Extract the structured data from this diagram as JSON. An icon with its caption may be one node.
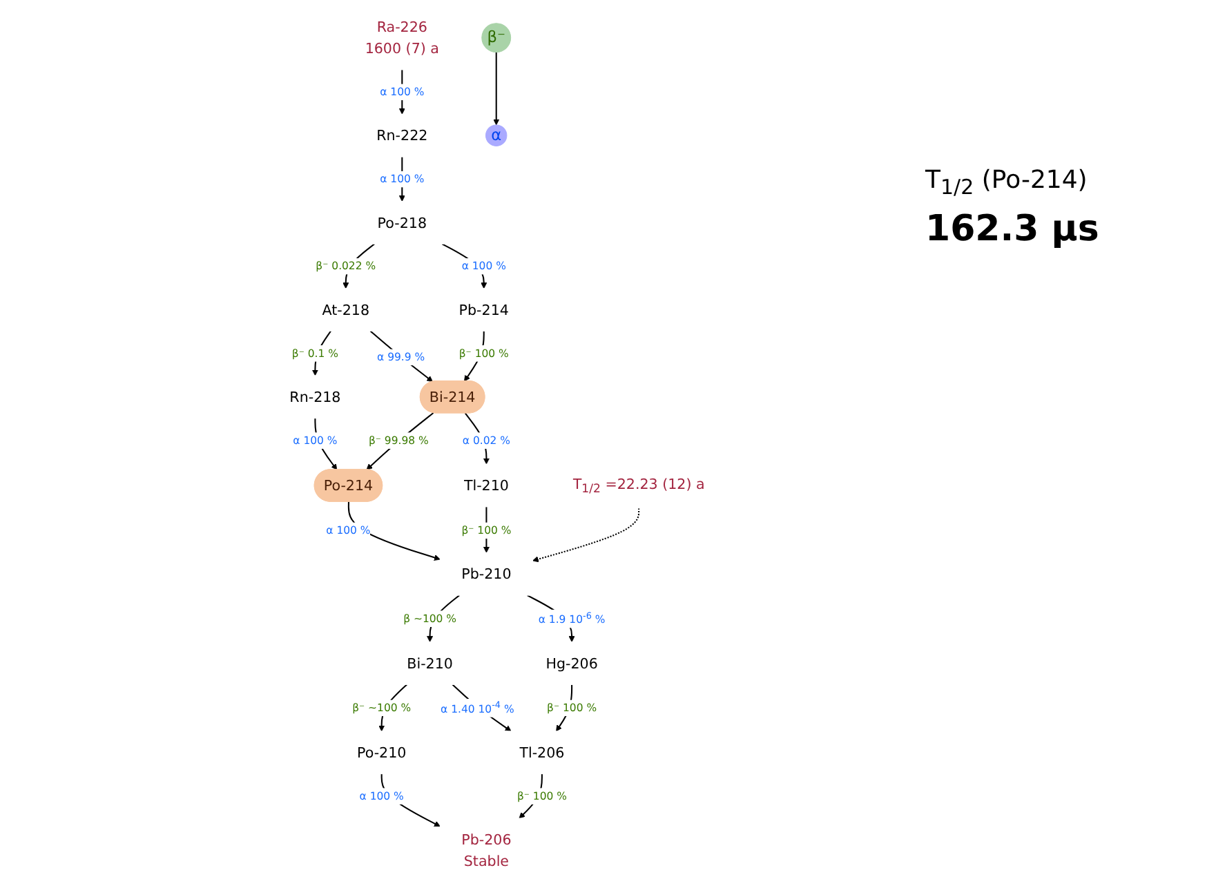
{
  "diagram": {
    "nodes": [
      {
        "text": [
          "Ra-226",
          "1600 (7) a"
        ]
      },
      {
        "text": [
          "Rn-222"
        ]
      },
      {
        "text": [
          "Po-218"
        ]
      },
      {
        "text": [
          "At-218"
        ]
      },
      {
        "text": [
          "Rn-218"
        ]
      },
      {
        "text": [
          "Pb-214"
        ]
      },
      {
        "text": [
          "Bi-214"
        ]
      },
      {
        "text": [
          "Po-214"
        ]
      },
      {
        "text": [
          "Tl-210"
        ]
      },
      {
        "text": [
          "Pb-210"
        ]
      },
      {
        "text": [
          "Bi-210"
        ]
      },
      {
        "text": [
          "Po-210"
        ]
      },
      {
        "text": [
          "Hg-206"
        ]
      },
      {
        "text": [
          "Tl-206"
        ]
      },
      {
        "text": [
          "Pb-206",
          "Stable"
        ]
      },
      {
        "text": [
          "T$_{1/2}$ =22.23 (12) a"
        ]
      },
      {
        "text": [
          "β⁻"
        ]
      },
      {
        "text": [
          "α"
        ]
      }
    ],
    "edges": [
      {
        "from": 0,
        "to": 1,
        "arrow": "to",
        "label": "α 100 %"
      },
      {
        "from": 1,
        "to": 2,
        "arrow": "to",
        "label": "α 100 %"
      },
      {
        "from": 2,
        "to": 3,
        "arrow": "to",
        "label": "β⁻ 0.022 %"
      },
      {
        "from": 3,
        "to": 4,
        "arrow": "to",
        "label": "β⁻ 0.1 %"
      },
      {
        "from": 2,
        "to": 5,
        "arrow": "to",
        "label": "α 100 %"
      },
      {
        "from": 3,
        "to": 6,
        "arrow": "to",
        "label": "α 99.9 %"
      },
      {
        "from": 4,
        "to": 7,
        "arrow": "to",
        "label": "α 100 %"
      },
      {
        "from": 5,
        "to": 6,
        "arrow": "to",
        "label": "β⁻ 100 %"
      },
      {
        "from": 6,
        "to": 7,
        "arrow": "to",
        "label": "β⁻ 99.98 %"
      },
      {
        "from": 6,
        "to": 8,
        "arrow": "to",
        "label": "α 0.02 %"
      },
      {
        "from": 7,
        "to": 9,
        "arrow": "to",
        "label": "α 100 %"
      },
      {
        "from": 8,
        "to": 9,
        "arrow": "to",
        "label": "β⁻ 100 %"
      },
      {
        "from": 9,
        "to": 10,
        "arrow": "to",
        "label": "β ~100 %"
      },
      {
        "from": 10,
        "to": 11,
        "arrow": "to",
        "label": "β⁻ ~100 %"
      },
      {
        "from": 9,
        "to": 12,
        "arrow": "to",
        "label": "α 1.9 10$^{-6}$ %"
      },
      {
        "from": 10,
        "to": 13,
        "arrow": "to",
        "label": "α 1.40 10$^{-4}$ %"
      },
      {
        "from": 11,
        "to": 14,
        "arrow": "to",
        "label": "α 100 %"
      },
      {
        "from": 12,
        "to": 13,
        "arrow": "to",
        "label": "β⁻ 100 %"
      },
      {
        "from": 13,
        "to": 14,
        "arrow": "to",
        "label": "β⁻ 100 %"
      },
      {
        "from": 15,
        "to": 9,
        "arrow": "to",
        "style": "dashed"
      },
      {
        "from": 16,
        "to": 17,
        "arrow": "to"
      }
    ],
    "labels": [
      "T$_{1/2}$ (Po-214)",
      "162.3 µs"
    ]
  }
}
